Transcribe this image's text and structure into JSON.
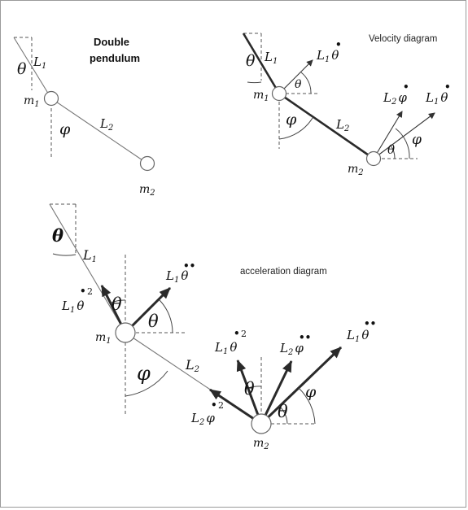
{
  "titles": {
    "double_pendulum_line1": "Double",
    "double_pendulum_line2": "pendulum",
    "velocity": "Velocity diagram",
    "acceleration": "acceleration diagram"
  },
  "symbols": {
    "theta": "θ",
    "phi": "φ",
    "L": "L",
    "m": "m",
    "one": "1",
    "two": "2",
    "dot": "•",
    "ddot": "••",
    "sq": "2"
  }
}
